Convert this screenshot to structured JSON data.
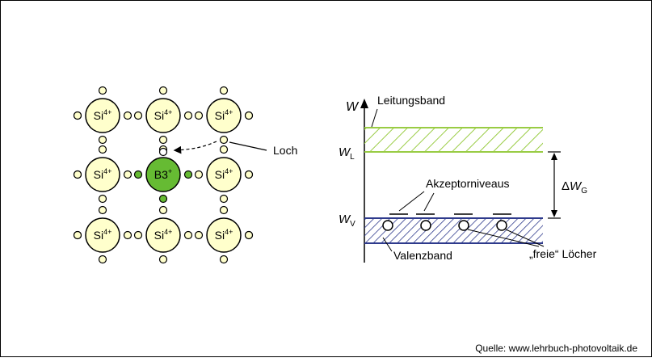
{
  "lattice": {
    "atom_label_base": "Si",
    "atom_label_sup": "4+",
    "dopant_label_base": "B3",
    "dopant_label_sup": "+",
    "hole_label": "Loch",
    "grid": [
      [
        "Si",
        "Si",
        "Si"
      ],
      [
        "Si",
        "B",
        "Si"
      ],
      [
        "Si",
        "Si",
        "Si"
      ]
    ]
  },
  "band_diagram": {
    "axis_label": "W",
    "conduction_band_label": "Leitungsband",
    "valence_band_label": "Valenzband",
    "acceptor_label": "Akzeptorniveaus",
    "holes_label": "„freie“ Löcher",
    "wl_base": "W",
    "wl_sub": "L",
    "wv_base": "W",
    "wv_sub": "V",
    "gap_prefix": "Δ",
    "gap_base": "W",
    "gap_sub": "G"
  },
  "colors": {
    "si_fill": "#ffffcc",
    "boron_fill": "#66bb33",
    "conduction_band": "#99cc44",
    "valence_band": "#2e3a8c"
  },
  "source": "Quelle: www.lehrbuch-photovoltaik.de"
}
